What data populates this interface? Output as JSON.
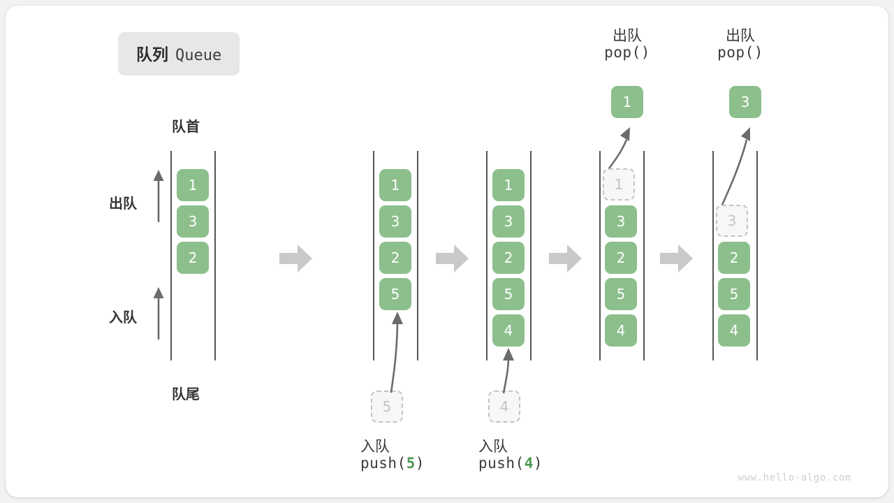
{
  "title": {
    "cn": "队列",
    "en": "Queue"
  },
  "watermark": "www.hello-algo.com",
  "labels": {
    "head": "队首",
    "tail": "队尾",
    "dequeue": "出队",
    "enqueue": "入队"
  },
  "colors": {
    "cell_fill": "#8cbf8c",
    "cell_text": "#ffffff",
    "ghost_fill": "#f7f7f7",
    "ghost_border": "#c3c3c3",
    "rail": "#555555",
    "sep_arrow": "#c9c9c9",
    "accent_code": "#4c9a52",
    "badge_bg": "#e7e7e7"
  },
  "columns": [
    {
      "id": "initial",
      "name": "initial-queue",
      "cells": [
        "1",
        "3",
        "2"
      ],
      "ghost": null,
      "popped": null,
      "caption_top": null,
      "caption_code": null
    },
    {
      "id": "push5",
      "name": "queue-after-push-5",
      "cells": [
        "1",
        "3",
        "2",
        "5"
      ],
      "ghost": {
        "value": "5",
        "position": "below"
      },
      "popped": null,
      "caption_top": null,
      "caption_cn": "入队",
      "caption_code_prefix": "push(",
      "caption_code_value": "5",
      "caption_code_suffix": ")"
    },
    {
      "id": "push4",
      "name": "queue-after-push-4",
      "cells": [
        "1",
        "3",
        "2",
        "5",
        "4"
      ],
      "ghost": {
        "value": "4",
        "position": "below"
      },
      "popped": null,
      "caption_cn": "入队",
      "caption_code_prefix": "push(",
      "caption_code_value": "4",
      "caption_code_suffix": ")"
    },
    {
      "id": "pop1",
      "name": "queue-after-pop-1",
      "cells": [
        "3",
        "2",
        "5",
        "4"
      ],
      "ghost": {
        "value": "1",
        "position": "row0"
      },
      "popped": "1",
      "caption_top_cn": "出队",
      "caption_top_code": "pop()"
    },
    {
      "id": "pop3",
      "name": "queue-after-pop-3",
      "cells": [
        "2",
        "5",
        "4"
      ],
      "ghost": {
        "value": "3",
        "position": "row1"
      },
      "popped": "3",
      "caption_top_cn": "出队",
      "caption_top_code": "pop()"
    }
  ],
  "separators": [
    "step-arrow-1",
    "step-arrow-2",
    "step-arrow-3",
    "step-arrow-4"
  ]
}
